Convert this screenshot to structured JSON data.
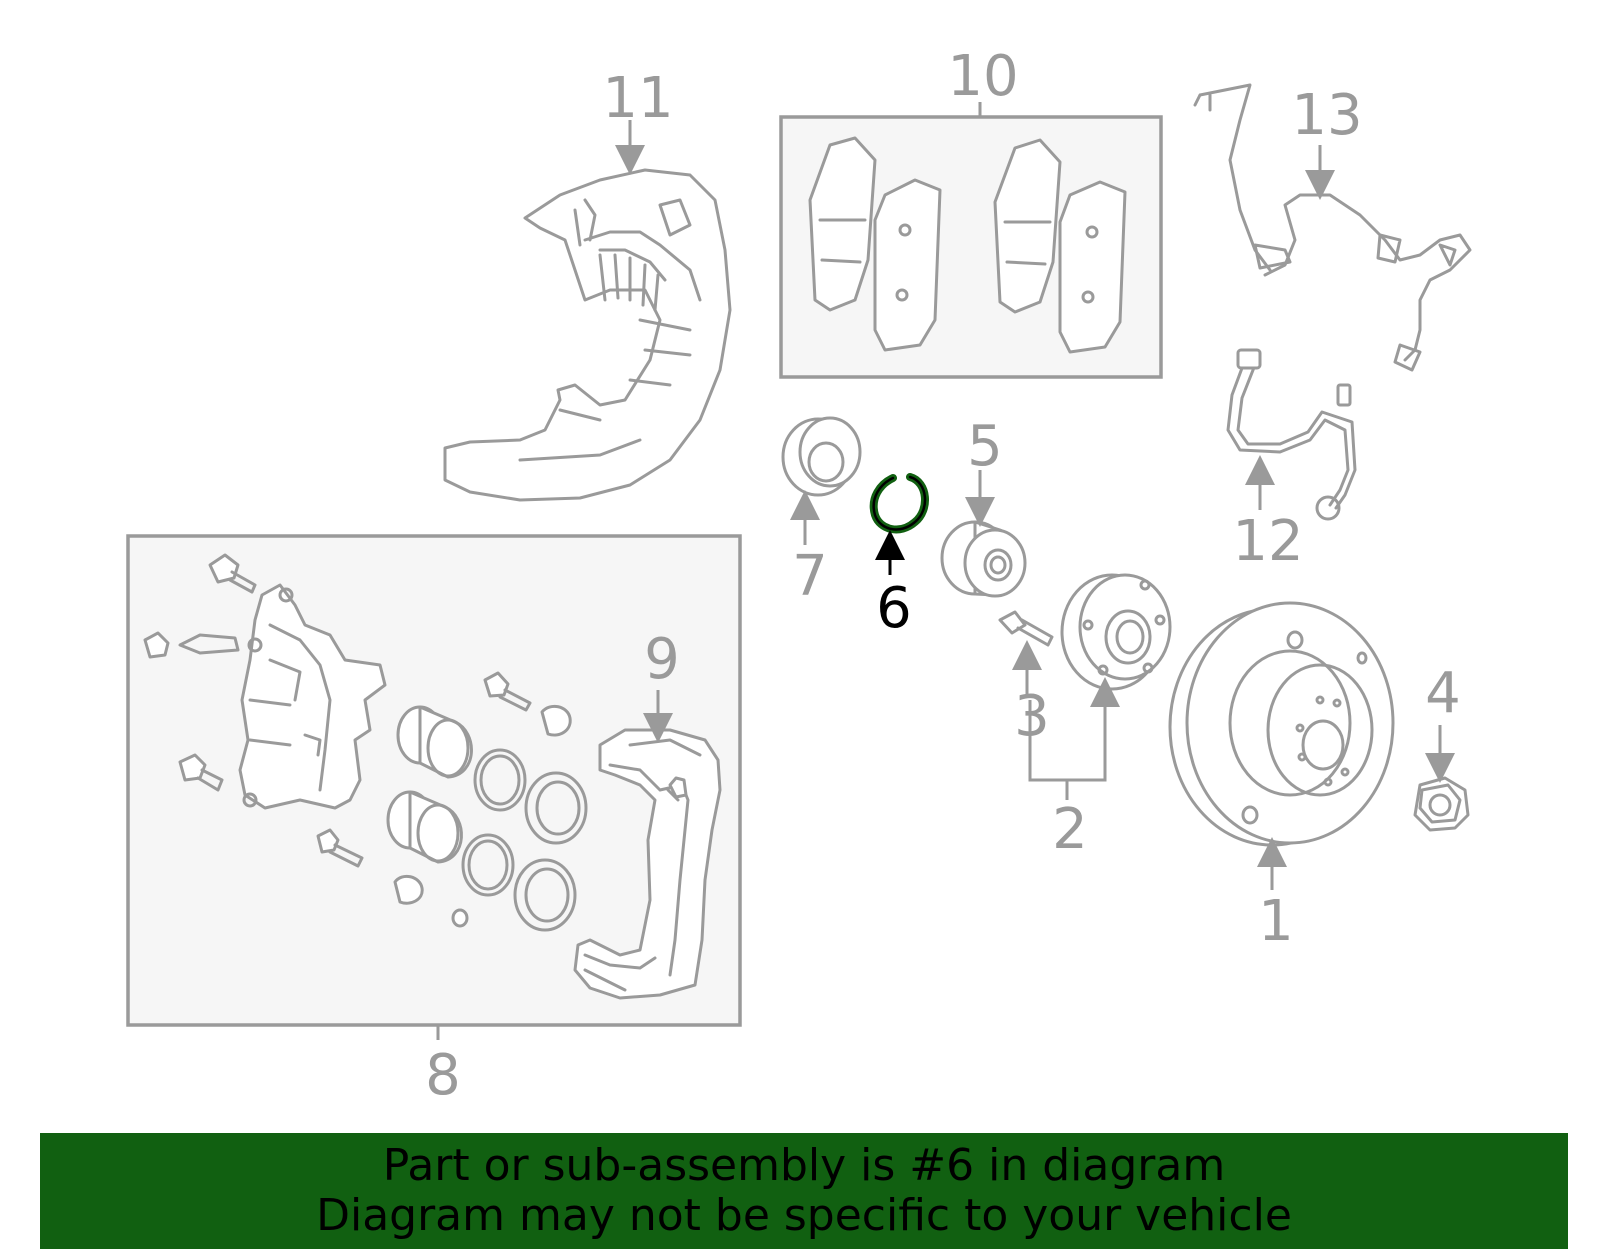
{
  "diagram": {
    "highlighted_part": "6",
    "highlight_color": "#116011",
    "part_color": "#9a9a9a",
    "callouts": {
      "p1": "1",
      "p2": "2",
      "p3": "3",
      "p4": "4",
      "p5": "5",
      "p6": "6",
      "p7": "7",
      "p8": "8",
      "p9": "9",
      "p10": "10",
      "p11": "11",
      "p12": "12",
      "p13": "13"
    }
  },
  "banner": {
    "line1": "Part or sub-assembly is #6 in diagram",
    "line2": "Diagram may not be specific to your vehicle",
    "background": "#116011"
  }
}
